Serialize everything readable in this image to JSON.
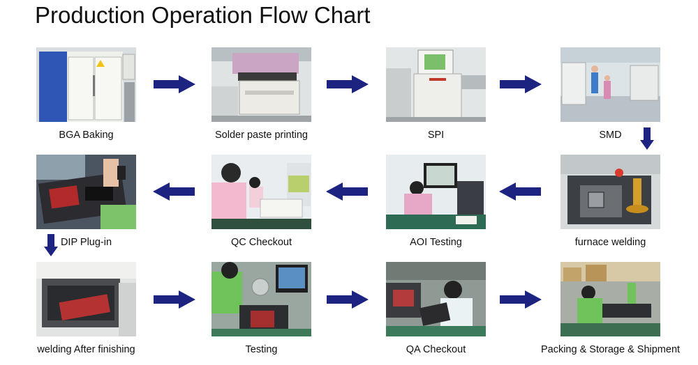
{
  "title": "Production Operation Flow Chart",
  "colors": {
    "arrow": "#1c2381",
    "text": "#111111"
  },
  "steps": [
    {
      "label": "BGA Baking",
      "icon": "oven-photo"
    },
    {
      "label": "Solder paste printing",
      "icon": "printer-photo"
    },
    {
      "label": "SPI",
      "icon": "inspection-machine-photo"
    },
    {
      "label": "SMD",
      "icon": "smt-line-photo"
    },
    {
      "label": "furnace welding",
      "icon": "reflow-oven-photo"
    },
    {
      "label": "AOI Testing",
      "icon": "aoi-station-photo"
    },
    {
      "label": "QC Checkout",
      "icon": "qc-station-photo"
    },
    {
      "label": "DIP Plug-in",
      "icon": "dip-insertion-photo"
    },
    {
      "label": "welding After finishing",
      "icon": "wave-solder-photo"
    },
    {
      "label": "Testing",
      "icon": "test-bench-photo"
    },
    {
      "label": "QA Checkout",
      "icon": "qa-inspection-photo"
    },
    {
      "label": "Packing & Storage & Shipment",
      "icon": "packing-photo"
    }
  ]
}
